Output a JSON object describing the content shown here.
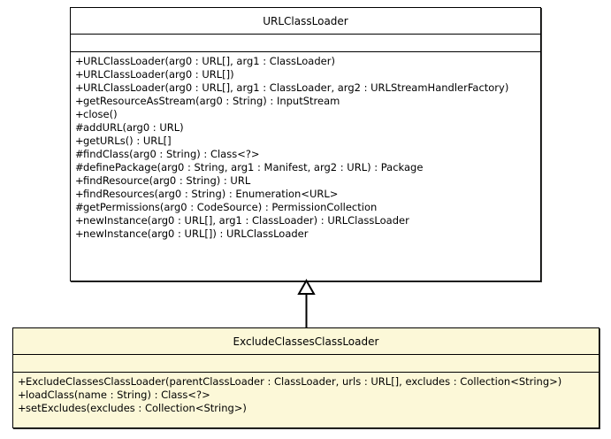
{
  "diagram": {
    "type": "uml-class-diagram",
    "background_color": "#ffffff",
    "classes": [
      {
        "id": "urlclassloader",
        "name": "URLClassLoader",
        "fill_color": "#ffffff",
        "border_color": "#000000",
        "attributes": [],
        "operations": [
          {
            "visibility": "+",
            "text": "URLClassLoader(arg0 : URL[], arg1 : ClassLoader)"
          },
          {
            "visibility": "+",
            "text": "URLClassLoader(arg0 : URL[])"
          },
          {
            "visibility": "+",
            "text": "URLClassLoader(arg0 : URL[], arg1 : ClassLoader, arg2 : URLStreamHandlerFactory)"
          },
          {
            "visibility": "+",
            "text": "getResourceAsStream(arg0 : String) : InputStream"
          },
          {
            "visibility": "+",
            "text": "close()"
          },
          {
            "visibility": "#",
            "text": "addURL(arg0 : URL)"
          },
          {
            "visibility": "+",
            "text": "getURLs() : URL[]"
          },
          {
            "visibility": "#",
            "text": "findClass(arg0 : String) : Class<?>"
          },
          {
            "visibility": "#",
            "text": "definePackage(arg0 : String, arg1 : Manifest, arg2 : URL) : Package"
          },
          {
            "visibility": "+",
            "text": "findResource(arg0 : String) : URL"
          },
          {
            "visibility": "+",
            "text": "findResources(arg0 : String) : Enumeration<URL>"
          },
          {
            "visibility": "#",
            "text": "getPermissions(arg0 : CodeSource) : PermissionCollection"
          },
          {
            "visibility": "+",
            "text": "newInstance(arg0 : URL[], arg1 : ClassLoader) : URLClassLoader"
          },
          {
            "visibility": "+",
            "text": "newInstance(arg0 : URL[]) : URLClassLoader"
          }
        ]
      },
      {
        "id": "excludeclassesclassloader",
        "name": "ExcludeClassesClassLoader",
        "fill_color": "#fcf8d8",
        "border_color": "#000000",
        "attributes": [],
        "operations": [
          {
            "visibility": "+",
            "text": "ExcludeClassesClassLoader(parentClassLoader : ClassLoader, urls : URL[], excludes : Collection<String>)"
          },
          {
            "visibility": "+",
            "text": "loadClass(name : String) : Class<?>"
          },
          {
            "visibility": "+",
            "text": "setExcludes(excludes : Collection<String>)"
          }
        ]
      }
    ],
    "relationships": [
      {
        "id": "generalization-1",
        "kind": "generalization",
        "from": "ExcludeClassesClassLoader",
        "to": "URLClassLoader",
        "line_color": "#000000",
        "arrowhead": "hollow-triangle"
      }
    ]
  }
}
